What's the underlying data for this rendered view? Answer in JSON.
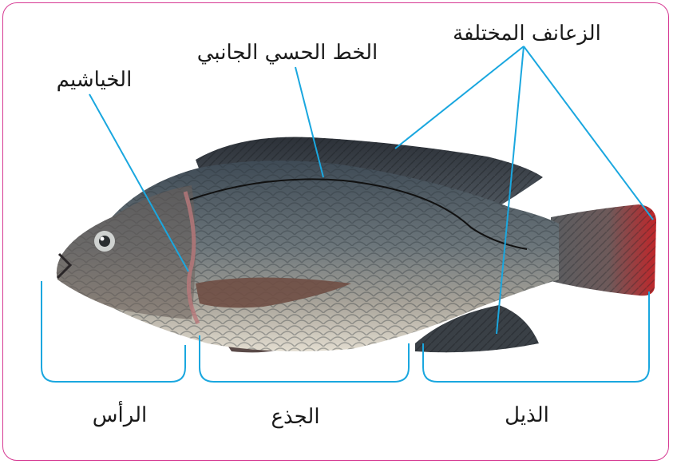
{
  "labels": {
    "gills": "الخياشيم",
    "lateral_line": "الخط الحسي الجانبي",
    "fins": "الزعانف المختلفة",
    "head": "الرأس",
    "trunk": "الجذع",
    "tail": "الذيل"
  },
  "colors": {
    "frame": "#d63a93",
    "pointer_lines": "#1aa7df",
    "lateral_line": "#111111"
  }
}
